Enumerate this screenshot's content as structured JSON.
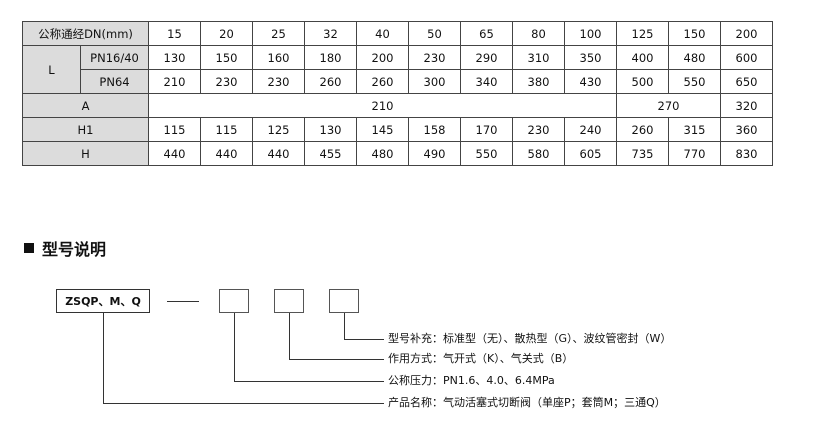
{
  "table": {
    "header_label": "公称通经DN(mm)",
    "dn": [
      "15",
      "20",
      "25",
      "32",
      "40",
      "50",
      "65",
      "80",
      "100",
      "125",
      "150",
      "200"
    ],
    "L": {
      "label": "L",
      "pn16": {
        "label": "PN16/40",
        "values": [
          "130",
          "150",
          "160",
          "180",
          "200",
          "230",
          "290",
          "310",
          "350",
          "400",
          "480",
          "600"
        ]
      },
      "pn64": {
        "label": "PN64",
        "values": [
          "210",
          "230",
          "230",
          "260",
          "260",
          "300",
          "340",
          "380",
          "430",
          "500",
          "550",
          "650"
        ]
      }
    },
    "A": {
      "label": "A",
      "values": [
        "210",
        "270",
        "320"
      ]
    },
    "H1": {
      "label": "H1",
      "values": [
        "115",
        "115",
        "125",
        "130",
        "145",
        "158",
        "170",
        "230",
        "240",
        "260",
        "315",
        "360"
      ]
    },
    "H": {
      "label": "H",
      "values": [
        "440",
        "440",
        "440",
        "455",
        "480",
        "490",
        "550",
        "580",
        "605",
        "735",
        "770",
        "830"
      ]
    }
  },
  "section": {
    "title": "型号说明"
  },
  "model": {
    "code": "ZSQP、M、Q",
    "lines": [
      "型号补充：标准型（无）、散热型（G）、波纹管密封（W）",
      "作用方式：气开式（K）、气关式（B）",
      "公称压力：PN1.6、4.0、6.4MPa",
      "产品名称：气动活塞式切断阀（单座P；套筒M；三通Q）"
    ]
  }
}
